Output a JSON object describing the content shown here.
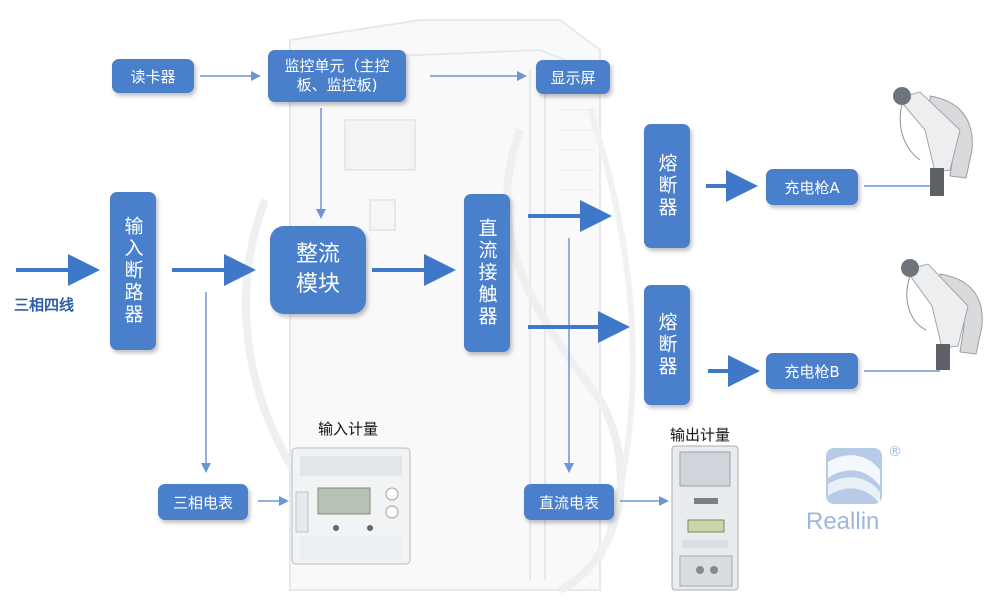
{
  "diagram": {
    "inputs": {
      "three_phase": "三相四线"
    },
    "nodes": {
      "card_reader": "读卡器",
      "monitor_unit": "监控单元（主控板、监控板)",
      "display": "显示屏",
      "input_breaker": "输入断路器",
      "rectifier": "整流模块",
      "dc_contactor": "直流接触器",
      "fuse_a": "熔断器",
      "fuse_b": "熔断器",
      "gun_a": "充电枪A",
      "gun_b": "充电枪B",
      "three_phase_meter": "三相电表",
      "dc_meter": "直流电表"
    },
    "captions": {
      "input_metering": "输入计量",
      "output_metering": "输出计量"
    },
    "logo": {
      "text": "Reallin",
      "registered": "®"
    },
    "colors": {
      "box": "#4a7fcb",
      "arrow": "#3f78c8",
      "logo": "#9db8dd"
    }
  }
}
